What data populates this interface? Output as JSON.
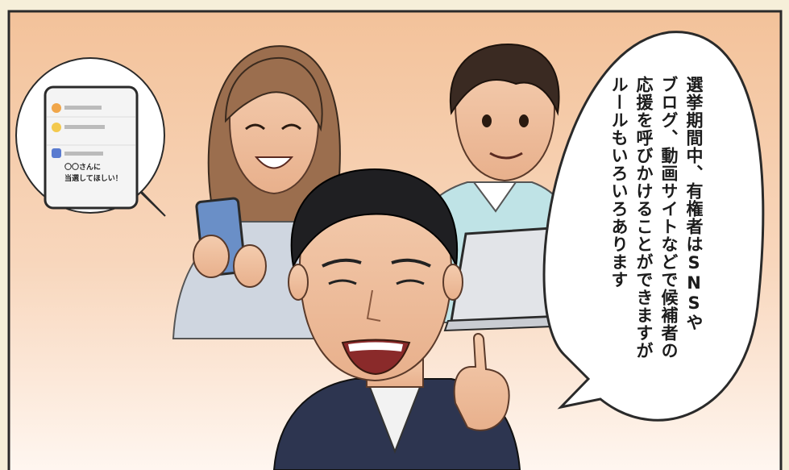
{
  "speech_bubble": {
    "lines": [
      "選挙期間中、有権者はSNSや",
      "ブログ、動画サイトなどで候補者の",
      "応援を呼びかけることができますが",
      "ルールもいろいろあります"
    ]
  },
  "phone_bubble": {
    "post_text_line1": "〇〇さんに",
    "post_text_line2": "当選してほしい！"
  },
  "colors": {
    "background_top": "#f5c9a4",
    "background_bottom": "#fdf3ec",
    "frame": "#2a2a2a",
    "suit": "#2d3550"
  },
  "icons": [
    "smartphone-icon",
    "laptop-icon",
    "avatar-icon"
  ]
}
